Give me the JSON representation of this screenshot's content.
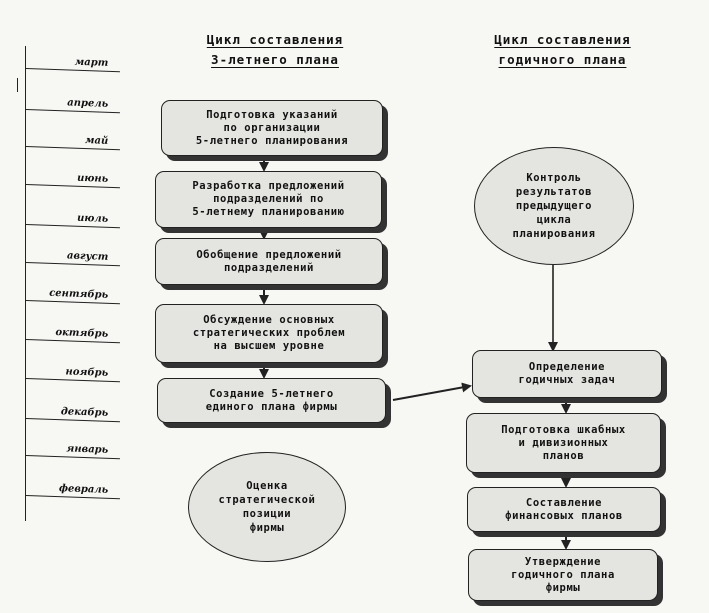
{
  "left_title": {
    "line1": "Цикл составления",
    "line2": "3-летнего плана"
  },
  "right_title": {
    "line1": "Цикл составления",
    "line2": "годичного плана"
  },
  "months": [
    "март",
    "апрель",
    "май",
    "июнь",
    "июль",
    "август",
    "сентябрь",
    "октябрь",
    "ноябрь",
    "декабрь",
    "январь",
    "февраль"
  ],
  "left_steps": [
    "Подготовка указаний\nпо организации\n5-летнего планирования",
    "Разработка предложений\nподразделений по\n5-летнему планированию",
    "Обобщение предложений\nподразделений",
    "Обсуждение основных\nстратегических проблем\nна высшем уровне",
    "Создание 5-летнего\nединого плана фирмы"
  ],
  "left_oval": "Оценка\nстратегической\nпозиции\nфирмы",
  "right_oval": "Контроль\nрезультатов\nпредыдущего\nцикла\nпланирования",
  "right_steps": [
    "Определение\nгодичных задач",
    "Подготовка шкабных\nи дивизионных\nпланов",
    "Составление\nфинансовых планов",
    "Утверждение\nгодичного плана\nфирмы"
  ]
}
